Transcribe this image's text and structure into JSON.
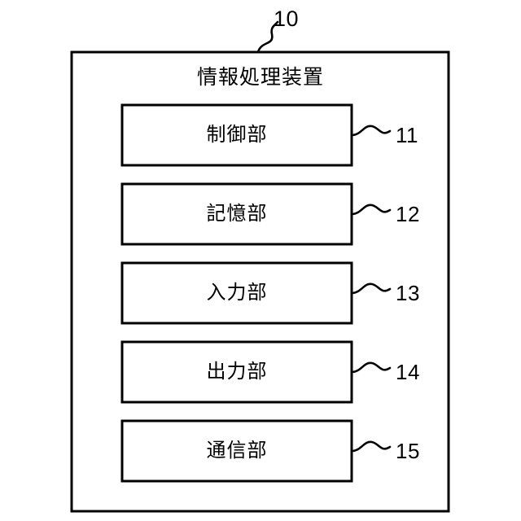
{
  "figure": {
    "type": "patent-block-diagram",
    "background_color": "#ffffff",
    "line_color": "#000000",
    "outer_block": {
      "title": "情報処理装置",
      "reference_number": "10"
    },
    "inner_blocks": [
      {
        "label": "制御部",
        "reference_number": "11"
      },
      {
        "label": "記憶部",
        "reference_number": "12"
      },
      {
        "label": "入力部",
        "reference_number": "13"
      },
      {
        "label": "出力部",
        "reference_number": "14"
      },
      {
        "label": "通信部",
        "reference_number": "15"
      }
    ]
  }
}
